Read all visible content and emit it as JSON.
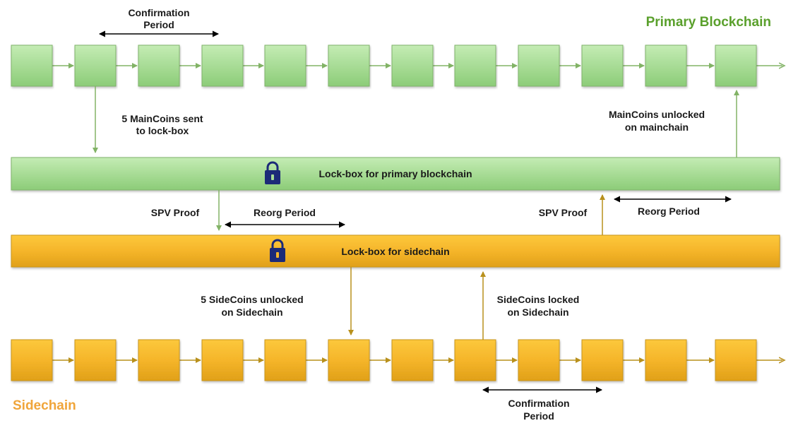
{
  "colors": {
    "green_fill": "#a8dc96",
    "green_stroke": "#7fb36b",
    "green_arrow": "#82b366",
    "green_title": "#5aa02c",
    "orange_fill": "#f5b52a",
    "orange_stroke": "#c8951a",
    "orange_arrow": "#b8901c",
    "orange_title": "#f0a53a",
    "lock": "#1c2a78",
    "black": "#000000"
  },
  "primary": {
    "title": "Primary Blockchain",
    "lockbox_label": "Lock-box for primary blockchain"
  },
  "side": {
    "title": "Sidechain",
    "lockbox_label": "Lock-box for sidechain"
  },
  "labels": {
    "confirmation_top_l1": "Confirmation",
    "confirmation_top_l2": "Period",
    "maincoins_sent_l1": "5 MainCoins sent",
    "maincoins_sent_l2": "to lock-box",
    "maincoins_unlocked_l1": "MainCoins unlocked",
    "maincoins_unlocked_l2": "on mainchain",
    "spv_left": "SPV Proof",
    "reorg_left": "Reorg Period",
    "spv_right": "SPV Proof",
    "reorg_right": "Reorg Period",
    "sidecoins_unlocked_l1": "5 SideCoins unlocked",
    "sidecoins_unlocked_l2": "on Sidechain",
    "sidecoins_locked_l1": "SideCoins locked",
    "sidecoins_locked_l2": "on Sidechain",
    "confirmation_bottom_l1": "Confirmation",
    "confirmation_bottom_l2": "Period"
  },
  "icons": {
    "primary_lock": "padlock-icon",
    "side_lock": "padlock-icon"
  }
}
